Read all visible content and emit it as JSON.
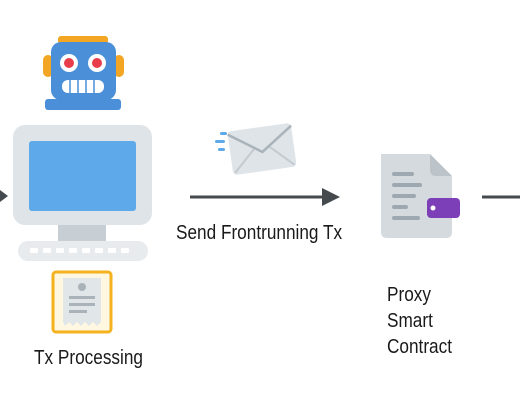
{
  "labels": {
    "send_tx": "Send Frontrunning Tx",
    "tx_processing": "Tx Processing",
    "proxy_lines": [
      "Proxy",
      "Smart",
      "Contract"
    ]
  },
  "icons": [
    "robot-icon",
    "computer-icon",
    "receipt-icon",
    "envelope-icon",
    "document-icon"
  ],
  "colors": {
    "robot_body": "#4a8fd8",
    "robot_ears": "#f3a623",
    "screen": "#5da9e9",
    "monitor": "#dfe4e8",
    "receipt_border": "#f3b21e",
    "document": "#d4dade",
    "tag": "#7d3fb7",
    "arrow": "#444a4e"
  }
}
